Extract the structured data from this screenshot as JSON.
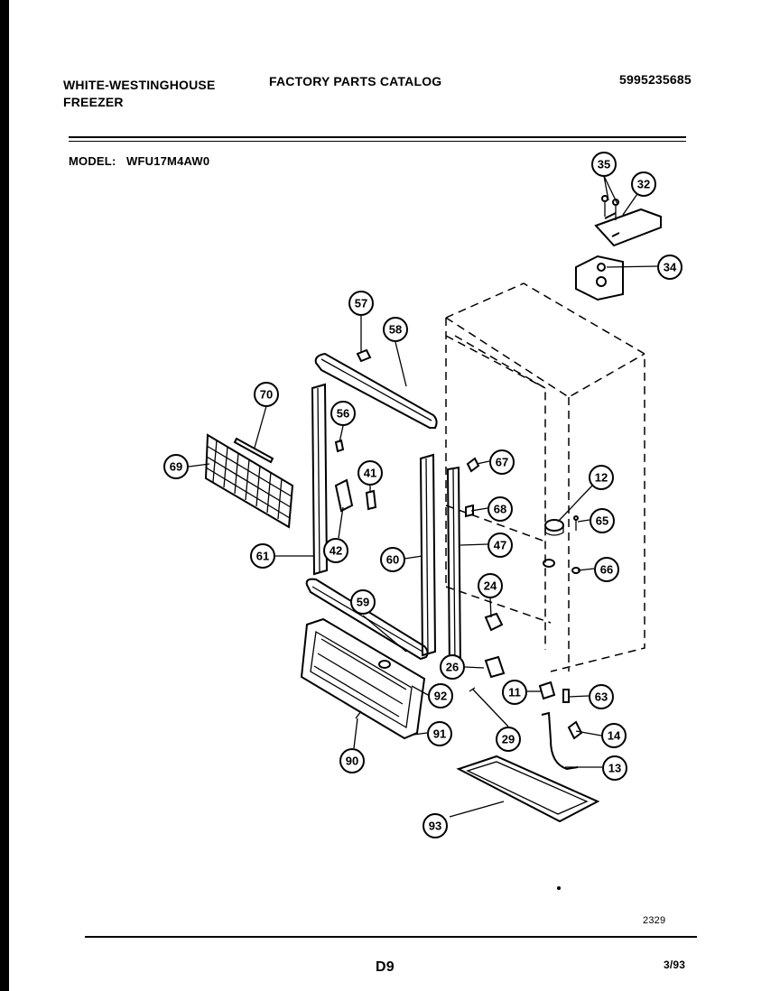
{
  "header": {
    "brand": "WHITE-WESTINGHOUSE",
    "product": "FREEZER",
    "catalog_title": "FACTORY PARTS CATALOG",
    "catalog_number": "5995235685",
    "model_label": "MODEL:",
    "model_number": "WFU17M4AW0"
  },
  "callouts": [
    "35",
    "32",
    "34",
    "57",
    "58",
    "70",
    "56",
    "41",
    "69",
    "67",
    "12",
    "68",
    "65",
    "47",
    "61",
    "42",
    "60",
    "66",
    "24",
    "59",
    "26",
    "11",
    "63",
    "92",
    "29",
    "14",
    "91",
    "90",
    "13",
    "93"
  ],
  "footer": {
    "drawing_number": "2329",
    "page_code": "D9",
    "date": "3/93"
  }
}
